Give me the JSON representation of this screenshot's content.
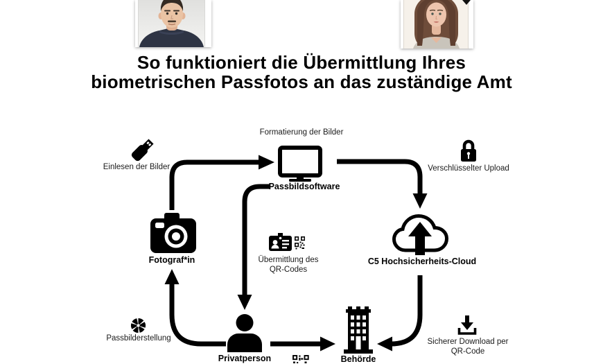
{
  "title": {
    "line1": "So funktioniert die Übermittlung Ihres",
    "line2": "biometrischen Passfotos an das zuständige Amt"
  },
  "photos": {
    "man_alt": "Biometrisches Passfoto (Mann)",
    "woman_alt": "Biometrisches Passfoto (Frau)"
  },
  "diagram": {
    "labels": {
      "einlesen": "Einlesen der Bilder",
      "formatierung": "Formatierung der Bilder",
      "passbildsoftware": "Passbildsoftware",
      "upload": "Verschlüsselter Upload",
      "fotograf": "Fotograf*in",
      "uebermittlung_line1": "Übermittlung des",
      "uebermittlung_line2": "QR-Codes",
      "cloud": "C5 Hochsicherheits-Cloud",
      "passbilderstellung": "Passbilderstellung",
      "privatperson": "Privatperson",
      "behoerde": "Behörde",
      "download_line1": "Sicherer Download per",
      "download_line2": "QR-Code"
    },
    "icons": [
      "usb-stick-icon",
      "monitor-icon",
      "lock-icon",
      "camera-icon",
      "id-card-icon",
      "qr-code-icon",
      "cloud-upload-icon",
      "aperture-icon",
      "person-icon",
      "building-icon",
      "download-icon",
      "qr-code-small-icon"
    ]
  },
  "colors": {
    "ink": "#000000",
    "background": "#ffffff",
    "shirt_navy": "#2e3444",
    "hair_brown": "#6e4c3a",
    "skin": "#eac3a4"
  }
}
